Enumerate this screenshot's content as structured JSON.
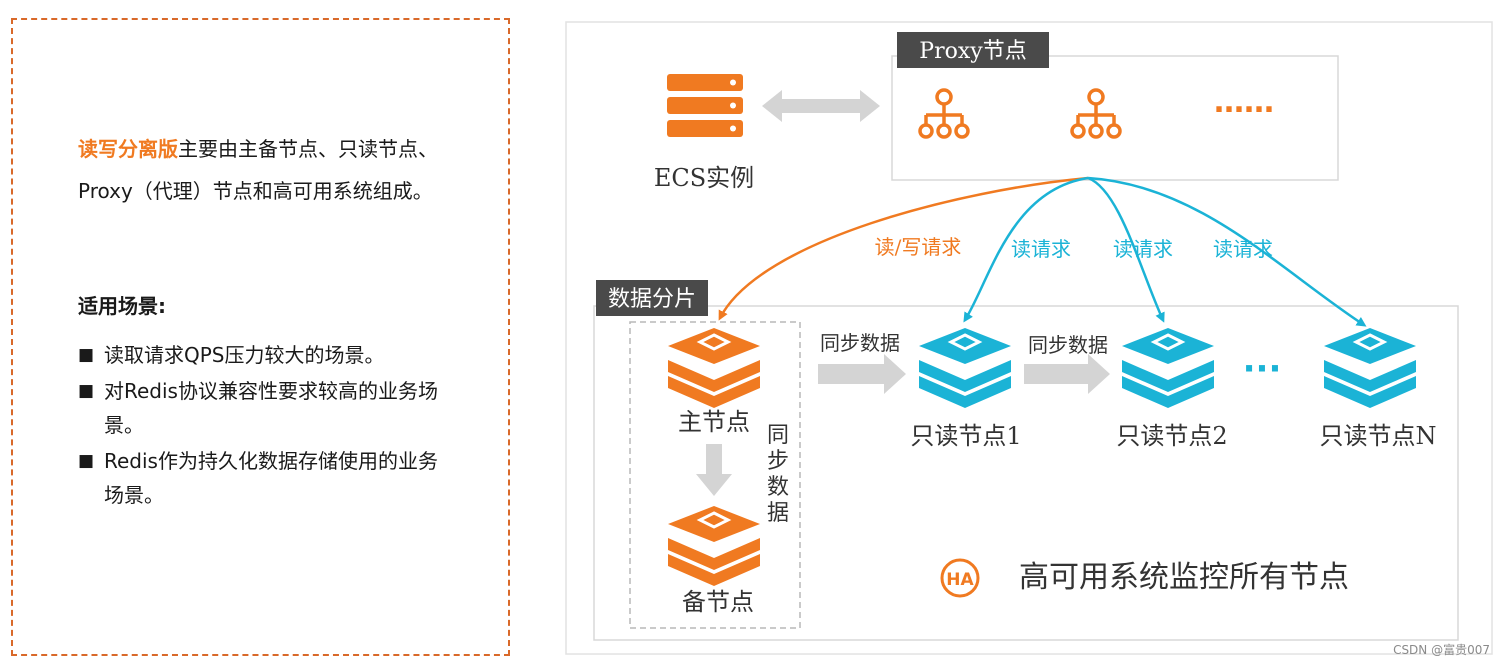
{
  "info": {
    "intro_highlight": "读写分离版",
    "intro_rest": "主要由主备节点、只读节点、Proxy（代理）节点和高可用系统组成。",
    "scenarios_title": "适用场景:",
    "bullet_symbol": "■",
    "scenarios": [
      "读取请求QPS压力较大的场景。",
      "对Redis协议兼容性要求较高的业务场景。",
      "Redis作为持久化数据存储使用的业务场景。"
    ]
  },
  "diagram": {
    "proxy_label": "Proxy节点",
    "proxy_more": "……",
    "ecs_label": "ECS实例",
    "requests": {
      "read_write": "读/写请求",
      "read_1": "读请求",
      "read_2": "读请求",
      "read_3": "读请求"
    },
    "shard_label": "数据分片",
    "master_label": "主节点",
    "backup_label": "备节点",
    "sync_vertical": [
      "同",
      "步",
      "数",
      "据"
    ],
    "sync_label_1": "同步数据",
    "sync_label_2": "同步数据",
    "replica_1": "只读节点1",
    "replica_2": "只读节点2",
    "replica_n": "只读节点N",
    "replica_more": "···",
    "ha_badge": "HA",
    "ha_label": "高可用系统监控所有节点"
  },
  "watermark": "CSDN @富贵007",
  "colors": {
    "orange": "#f07a21",
    "cyan": "#1bb3d6",
    "dashed_border": "#d9692a",
    "grey_arrow": "#d4d4d4",
    "label_bg": "#4a4a4a"
  }
}
